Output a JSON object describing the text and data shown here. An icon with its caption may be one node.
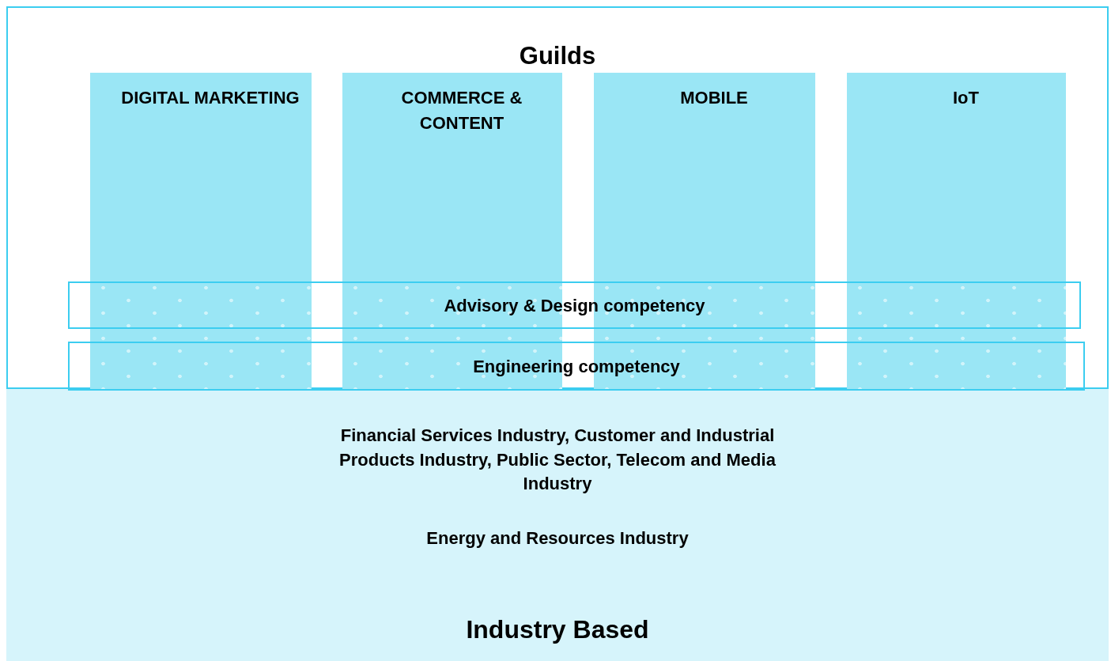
{
  "diagram": {
    "nodes": [
      {
        "text": [
          "Guilds"
        ]
      },
      {
        "text": [
          "DIGITAL MARKETING"
        ],
        "in": 0
      },
      {
        "text": [
          "COMMERCE & CONTENT"
        ],
        "in": 0
      },
      {
        "text": [
          "MOBILE"
        ],
        "in": 0
      },
      {
        "text": [
          "IoT"
        ],
        "in": 0
      },
      {
        "text": [
          "Advisory & Design competency"
        ],
        "in": 0
      },
      {
        "text": [
          "Engineering competency"
        ],
        "in": 0
      },
      {
        "text": [
          "Financial Services Industry, Customer and Industrial Products Industry, Public Sector, Telecom and Media Industry",
          "Energy and Resources Industry",
          "Industry Based"
        ]
      }
    ],
    "edges": []
  }
}
